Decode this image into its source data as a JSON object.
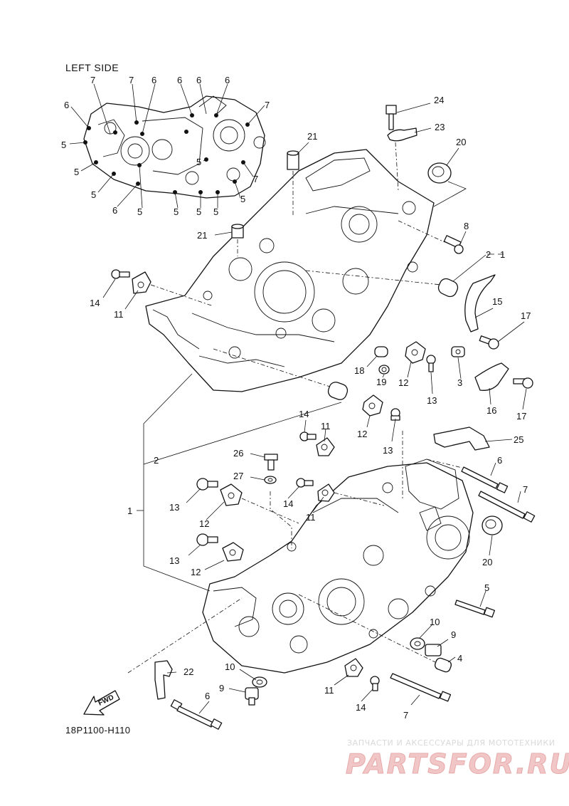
{
  "diagram": {
    "header": "LEFT SIDE",
    "code": "18P1100-H110",
    "fwd_arrow_label": "FWD",
    "watermark_line": "ЗАПЧАСТИ И АКСЕССУАРЫ ДЛЯ МОТОТЕХНИКИ",
    "watermark_brand": "PARTSFOR.RU",
    "inset_callouts": [
      "7",
      "7",
      "6",
      "6",
      "6",
      "6",
      "7",
      "6",
      "5",
      "5",
      "5",
      "6",
      "5",
      "5",
      "5",
      "5",
      "5",
      "7",
      "5"
    ],
    "callouts": [
      "24",
      "23",
      "20",
      "21",
      "8",
      "2",
      "1",
      "21",
      "14",
      "11",
      "15",
      "17",
      "18",
      "19",
      "12",
      "13",
      "3",
      "16",
      "17",
      "12",
      "13",
      "14",
      "11",
      "25",
      "26",
      "27",
      "6",
      "7",
      "13",
      "12",
      "14",
      "11",
      "13",
      "12",
      "20",
      "1",
      "2",
      "5",
      "10",
      "9",
      "4",
      "22",
      "10",
      "9",
      "11",
      "14",
      "7",
      "6"
    ]
  }
}
